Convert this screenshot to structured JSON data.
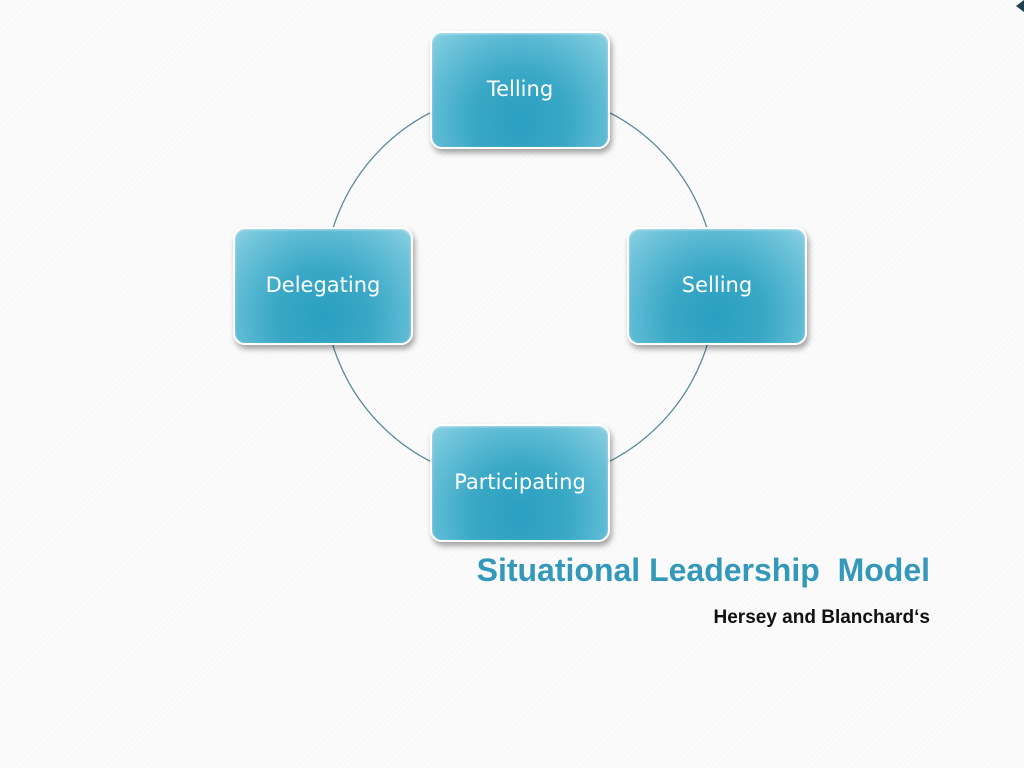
{
  "diagram": {
    "nodes": [
      {
        "id": "telling",
        "label": "Telling"
      },
      {
        "id": "selling",
        "label": "Selling"
      },
      {
        "id": "participating",
        "label": "Participating"
      },
      {
        "id": "delegating",
        "label": "Delegating"
      }
    ],
    "colors": {
      "node_fill": "#3aa8c6",
      "node_border": "#ffffff",
      "ring": "#5a8a9c"
    }
  },
  "title": "Situational Leadership  Model",
  "subtitle": "Hersey and Blanchard‘s"
}
